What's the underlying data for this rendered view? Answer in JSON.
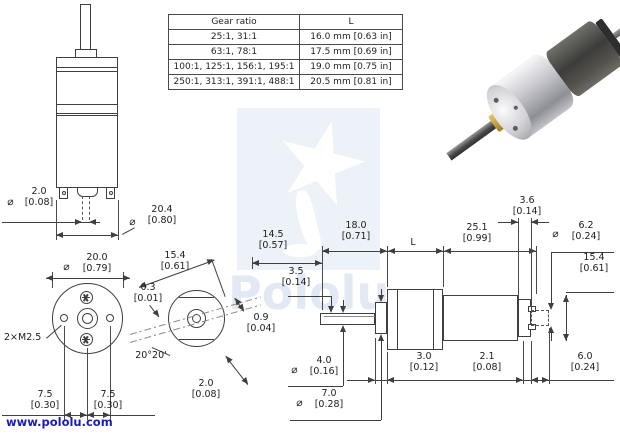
{
  "page": {
    "footer_link": "www.pololu.com",
    "watermark_text": "Pololu",
    "colors": {
      "line": "#3f3f3f",
      "link_blue": "#1b1bb5",
      "watermark_bg": "#edf1f8"
    }
  },
  "table": {
    "headers": [
      "Gear ratio",
      "L"
    ],
    "rows": [
      [
        "25:1, 31:1",
        "16.0 mm [0.63 in]"
      ],
      [
        "63:1, 78:1",
        "17.5 mm [0.69 in]"
      ],
      [
        "100:1, 125:1, 156:1, 195:1",
        "19.0 mm [0.75 in]"
      ],
      [
        "250:1, 313:1, 391:1, 488:1",
        "20.5 mm [0.81 in]"
      ]
    ]
  },
  "dims": {
    "rear_shaft_dia": {
      "sym": "⌀",
      "mm": "2.0",
      "in": "[0.08]"
    },
    "body_dia": {
      "sym": "⌀",
      "mm": "20.4",
      "in": "[0.80]"
    },
    "face_dia": {
      "sym": "⌀",
      "mm": "20.0",
      "in": "[0.79]"
    },
    "mount_holes": {
      "mm": "2×M2.5"
    },
    "hole_left": {
      "mm": "7.5",
      "in": "[0.30]"
    },
    "hole_right": {
      "mm": "7.5",
      "in": "[0.30]"
    },
    "flats_width": {
      "mm": "15.4",
      "in": "[0.61]"
    },
    "flat_depth": {
      "mm": "0.3",
      "in": "[0.01]"
    },
    "flat_angle": {
      "mm": "20°20'"
    },
    "flat_offset": {
      "mm": "0.9",
      "in": "[0.04]"
    },
    "flat_thickness": {
      "mm": "2.0",
      "in": "[0.08]"
    },
    "shaft_flat_len": {
      "mm": "14.5",
      "in": "[0.57]"
    },
    "shaft_step": {
      "mm": "3.5",
      "in": "[0.14]"
    },
    "shaft_length": {
      "mm": "18.0",
      "in": "[0.71]"
    },
    "gearbox_length": {
      "mm": "L"
    },
    "motor_length": {
      "mm": "25.1",
      "in": "[0.99]"
    },
    "cap_length": {
      "mm": "3.6",
      "in": "[0.14]"
    },
    "rear_boss_dia": {
      "sym": "⌀",
      "mm": "6.2",
      "in": "[0.24]"
    },
    "motor_dia": {
      "mm": "15.4",
      "in": "[0.61]"
    },
    "shaft_dia": {
      "sym": "⌀",
      "mm": "4.0",
      "in": "[0.16]"
    },
    "bushing_dia": {
      "sym": "⌀",
      "mm": "7.0",
      "in": "[0.28]"
    },
    "bushing_length": {
      "mm": "3.0",
      "in": "[0.12]"
    },
    "rear_gap": {
      "mm": "2.1",
      "in": "[0.08]"
    },
    "rear_shaft_len": {
      "mm": "6.0",
      "in": "[0.24]"
    }
  }
}
